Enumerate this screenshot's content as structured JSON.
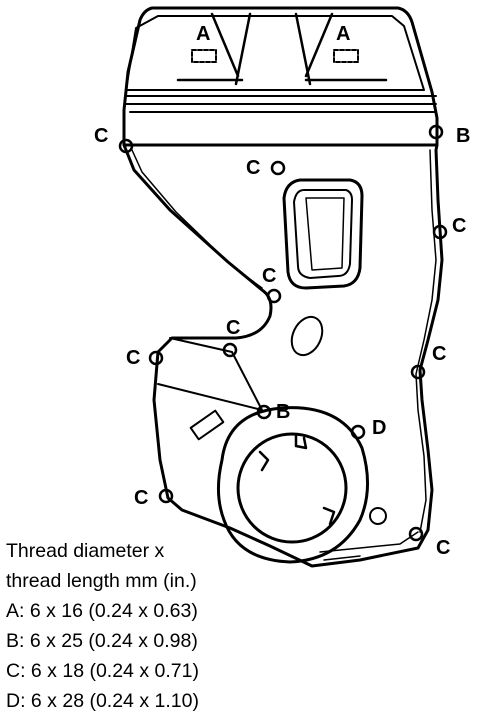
{
  "diagram": {
    "bolt_labels": {
      "a_left": "A",
      "a_right": "A",
      "b_upper_right": "B",
      "b_center": "B",
      "c_upper_left": "C",
      "c_upper_center": "C",
      "c_right_upper": "C",
      "c_center_left": "C",
      "c_middle": "C",
      "c_left_middle": "C",
      "c_right_middle": "C",
      "c_lower_left": "C",
      "c_lower_right": "C",
      "d_right": "D"
    }
  },
  "legend": {
    "title_line1": "Thread diameter x",
    "title_line2": "thread length mm (in.)",
    "rows": [
      "A: 6 x 16 (0.24 x 0.63)",
      "B: 6 x 25 (0.24 x 0.98)",
      "C: 6 x 18 (0.24 x 0.71)",
      "D: 6 x 28 (0.24 x 1.10)"
    ]
  }
}
